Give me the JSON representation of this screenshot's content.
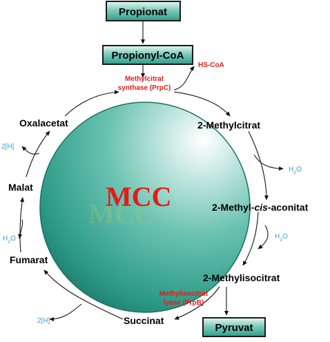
{
  "boxes": {
    "propionat": "Propionat",
    "propionyl_coa": "Propionyl-CoA",
    "pyruvat": "Pyruvat"
  },
  "cycle_label": "MCC",
  "metabolites": {
    "methylcitrat": "2-Methylcitrat",
    "methyl_cis_aconitat_prefix": "2-Methyl-",
    "methyl_cis_aconitat_italic": "cis",
    "methyl_cis_aconitat_suffix": "-aconitat",
    "methylisocitrat": "2-Methylisocitrat",
    "succinat": "Succinat",
    "fumarat": "Fumarat",
    "malat": "Malat",
    "oxalacetat": "Oxalacetat"
  },
  "enzymes": {
    "prpc_line1": "Methylcitrat",
    "prpc_line2": "synthase (PrpC)",
    "prpb_line1": "Methylisocitrat",
    "prpb_line2": "lyase (PrpB)"
  },
  "side_products": {
    "hs_coa": "HS-CoA",
    "h2o_1_base": "H",
    "h2o_1_sub": "2",
    "h2o_1_tail": "O",
    "h2o_2_base": "H",
    "h2o_2_sub": "2",
    "h2o_2_tail": "O",
    "h2o_3_base": "H",
    "h2o_3_sub": "2",
    "h2o_3_tail": "O",
    "h_2_top": "2[H]",
    "h_2_bottom": "2[H]"
  },
  "colors": {
    "enzyme_text": "#e31b1b",
    "side_product_text": "#3aa1c8",
    "box_fill": "#3ba99a",
    "sphere_fill": "#3aa392",
    "cycle_label": "#e31b1b"
  }
}
